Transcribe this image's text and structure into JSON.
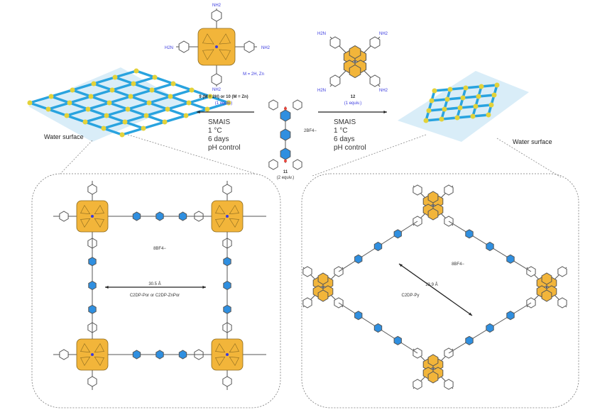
{
  "colors": {
    "porphyrin": "#f2b53a",
    "linker": "#2f8fe0",
    "grid": "#29a3df",
    "node": "#e3d23a",
    "sheet": "#cfe9f6",
    "amine": "#3a3adf",
    "oxygen": "#e2453c"
  },
  "monomers": {
    "porphyrin": {
      "amine_top": "NH2",
      "amine_left": "H2N",
      "amine_right": "NH2",
      "amine_bottom": "NH2",
      "metal_note": "M = 2H, Zn",
      "compound": "9 (M = 2H) or 10 (M = Zn)",
      "equiv": "(1 equiv.)"
    },
    "pyrene": {
      "amine_tl": "H2N",
      "amine_tr": "NH2",
      "amine_bl": "H2N",
      "amine_br": "NH2",
      "compound": "12",
      "equiv": "(1 equiv.)"
    },
    "linker": {
      "counterion": "2BF4−",
      "compound": "11",
      "equiv": "(2 equiv.)"
    }
  },
  "conditions_left": [
    "SMAIS",
    "1 °C",
    "6 days",
    "pH control"
  ],
  "conditions_right": [
    "SMAIS",
    "1 °C",
    "6 days",
    "pH control"
  ],
  "sheets": {
    "left_label": "Water surface",
    "right_label": "Water surface"
  },
  "left_panel": {
    "counterion": "8BF4−",
    "distance": "30.5 Å",
    "product": "C2DP-Por or C2DP-ZnPor"
  },
  "right_panel": {
    "counterion": "8BF4−",
    "distance": "23.9 Å",
    "product": "C2DP-Py"
  }
}
